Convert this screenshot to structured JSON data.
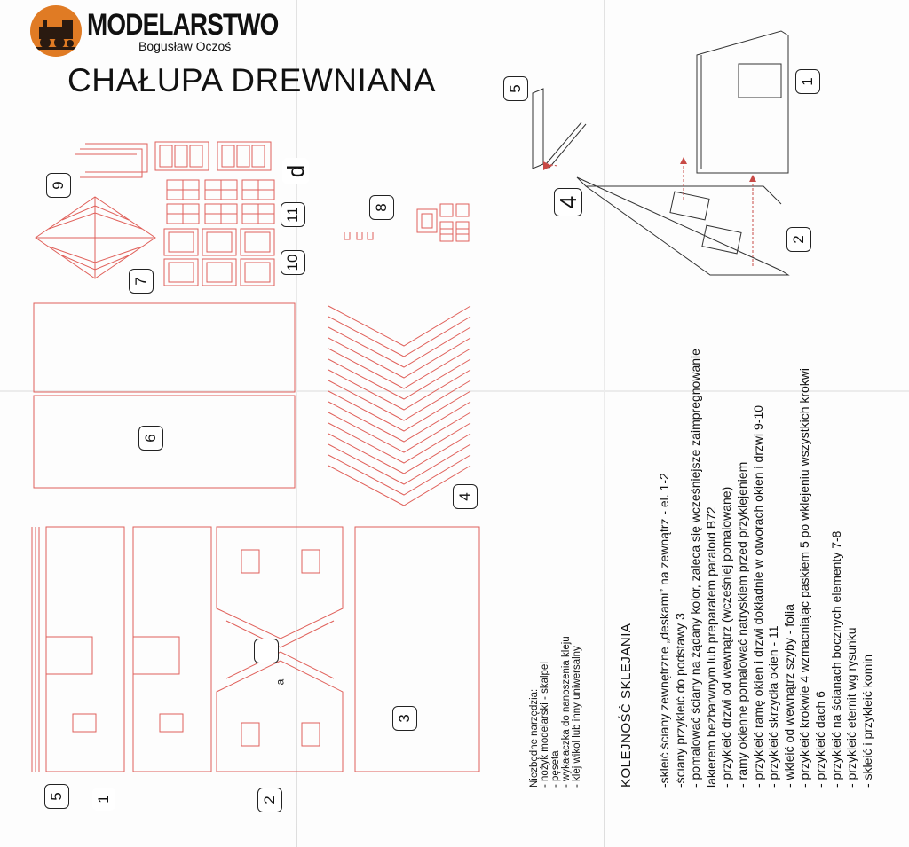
{
  "header": {
    "brand": "MODELARSTWO",
    "author": "Bogusław Oczoś",
    "title": "CHAŁUPA DREWNIANA"
  },
  "callouts": {
    "c1_top": "1",
    "c2_top": "2",
    "c4_top": "4",
    "c5_top": "5",
    "c9": "9",
    "d": "d",
    "c11": "11",
    "c8": "8",
    "c7": "7",
    "c10": "10",
    "c6": "6",
    "c4_mid": "4",
    "c3": "3",
    "c5_bot": "5",
    "c1_bot": "1",
    "c2_bot": "2",
    "a": "a"
  },
  "tools": {
    "heading": "Niezbędne narzędzia:",
    "items": [
      "- nożyk modelarski - skalpel",
      "- pęseta",
      "- wykałaczka do nanoszenia kleju",
      "- klej wikol lub inny uniwersalny"
    ]
  },
  "steps": {
    "heading": "KOLEJNOŚĆ SKLEJANIA",
    "items": [
      "-skleić ściany zewnętrzne „deskami” na zewnątrz - el. 1-2",
      "-ściany przykleić do podstawy 3",
      "- pomalować ściany na żądany kolor, zaleca się wcześniejsze zaimpregnowanie",
      "lakierem bezbarwnym lub preparatem paraloid B72",
      "- przykleić drzwi od wewnątrz (wcześniej pomalowane)",
      "- ramy okienne pomalować natryskiem przed przyklejeniem",
      "- przykleić ramę okien i drzwi dokładnie w otworach okien i drzwi 9-10",
      "- przykleić skrzydła okien - 11",
      "- wkleić od wewnątrz szyby - folia",
      "- przykleić krokwie 4 wzmacniając paskiem 5 po wklejeniu wszystkich krokwi",
      "- przykleić dach 6",
      "- przykleić na ścianach bocznych elementy 7-8",
      "- przykleić eternit wg rysunku",
      "- skleić i przykleić komin"
    ]
  },
  "colors": {
    "cut_line": "#e0605a",
    "ink": "#222222",
    "brand_orange": "#e07b24"
  }
}
